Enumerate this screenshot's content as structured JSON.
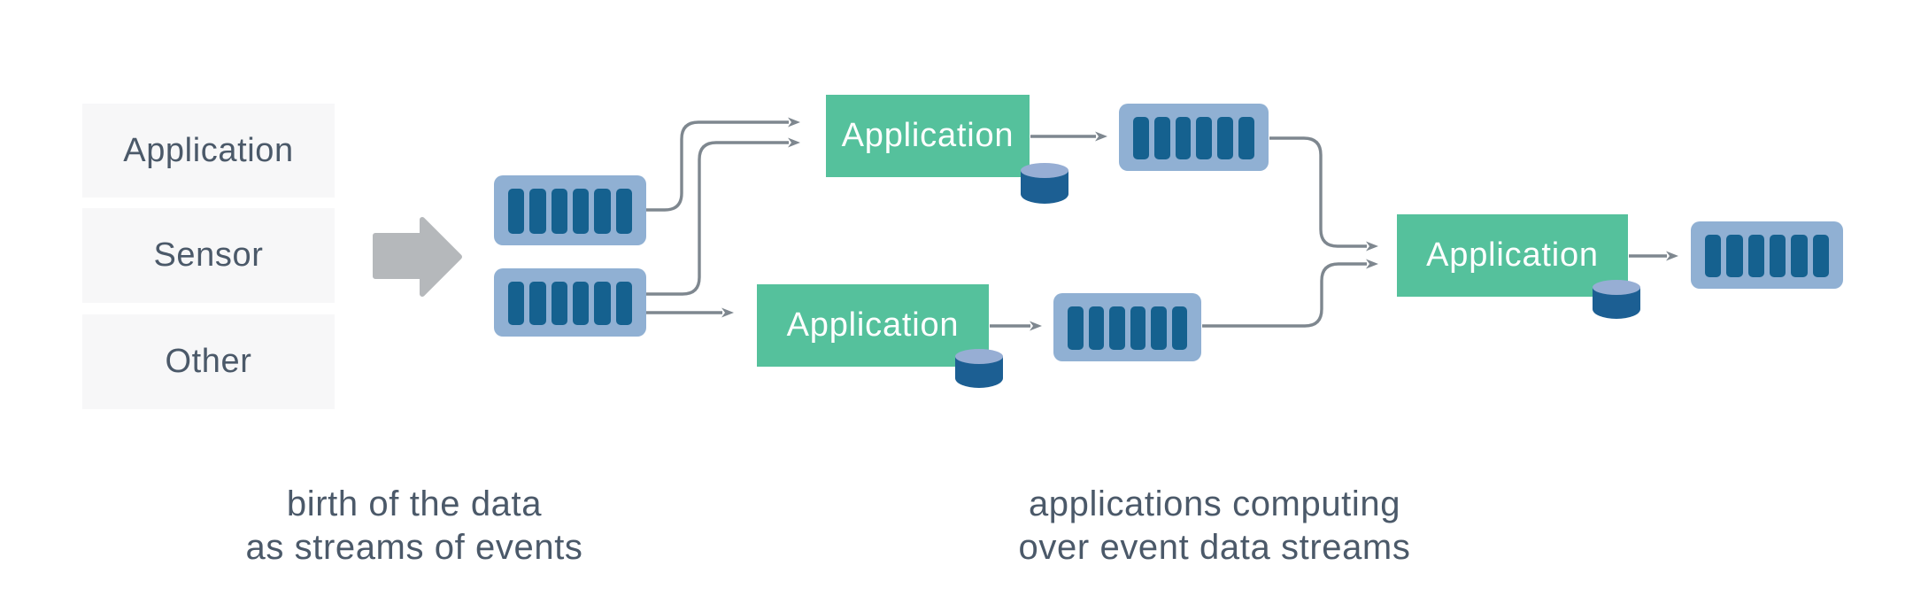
{
  "sources": [
    {
      "label": "Application"
    },
    {
      "label": "Sensor"
    },
    {
      "label": "Other"
    }
  ],
  "applications": [
    {
      "label": "Application"
    },
    {
      "label": "Application"
    },
    {
      "label": "Application"
    }
  ],
  "captions": [
    {
      "lines": [
        "birth of the data",
        "as streams of events"
      ]
    },
    {
      "lines": [
        "applications computing",
        "over event data streams"
      ]
    }
  ],
  "icons": {
    "stream": "event-stream-icon (rounded rectangle with 6 vertical event bars)",
    "database": "database-cylinder-icon",
    "ingest": "big-right-arrow-icon",
    "connector": "flow-arrow"
  },
  "colors": {
    "green": "#55c19c",
    "app_text": "#ffffff",
    "stream_bg": "#90b0d3",
    "stream_bar": "#15618f",
    "cylinder_body": "#1c5f93",
    "cylinder_top": "#97aed4",
    "connector": "#7e878f",
    "big_arrow": "#b5b8bb",
    "source_bg": "#f7f7f8",
    "text_dark": "#4b5969"
  }
}
